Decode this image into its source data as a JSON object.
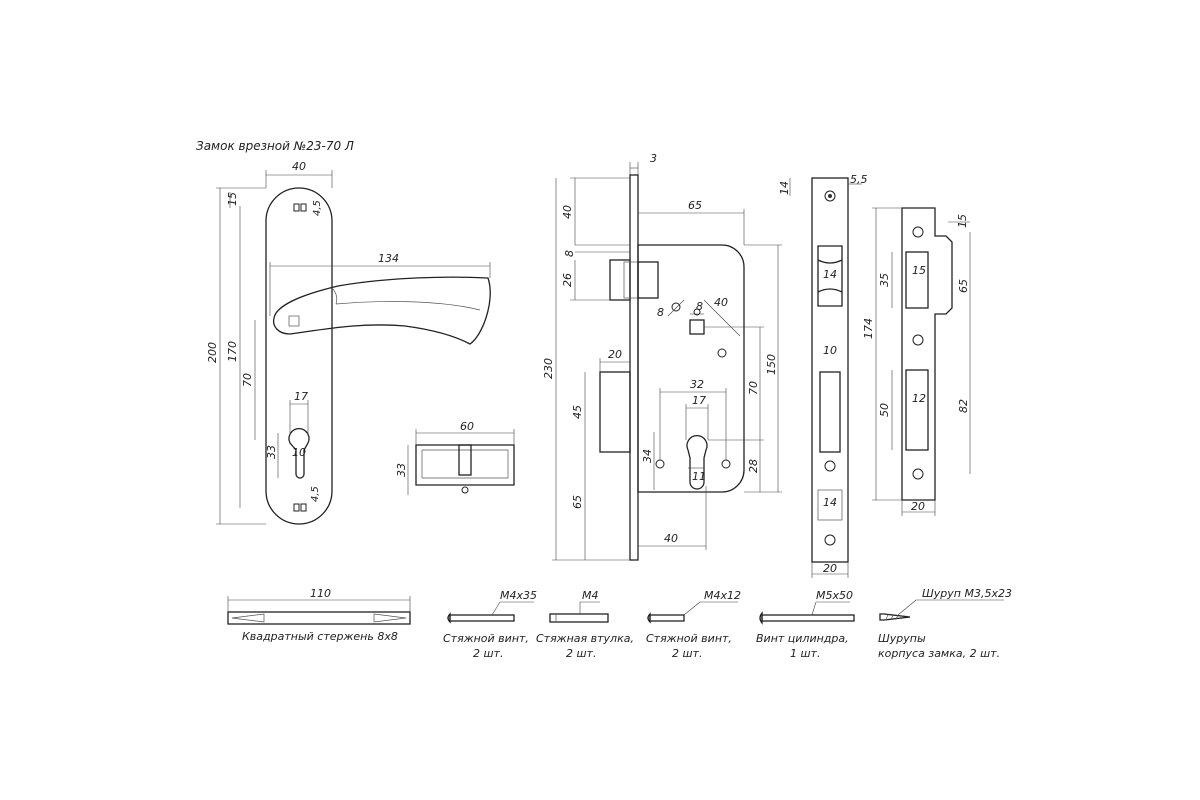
{
  "title": "Замок врезной №23-70 Л",
  "handle_plate": {
    "dims": [
      "40",
      "15",
      "4,5",
      "134",
      "200",
      "170",
      "70",
      "17",
      "33",
      "10",
      "4,5"
    ]
  },
  "cylinder": {
    "dims": [
      "60",
      "33"
    ]
  },
  "lock_body": {
    "dims": [
      "3",
      "40",
      "65",
      "8",
      "26",
      "8",
      "8",
      "40",
      "230",
      "20",
      "150",
      "45",
      "32",
      "17",
      "70",
      "34",
      "11",
      "28",
      "65",
      "40"
    ]
  },
  "faceplate": {
    "dims": [
      "14",
      "5,5",
      "14",
      "10",
      "14",
      "20"
    ]
  },
  "strike_plate": {
    "dims": [
      "15",
      "35",
      "15",
      "65",
      "174",
      "50",
      "12",
      "82",
      "20"
    ]
  },
  "accessories": {
    "spindle": {
      "dim": "110",
      "label": "Квадратный стержень 8х8"
    },
    "items": [
      {
        "spec": "М4х35",
        "line1": "Стяжной винт,",
        "line2": "2 шт."
      },
      {
        "spec": "М4",
        "line1": "Стяжная втулка,",
        "line2": "2 шт."
      },
      {
        "spec": "М4х12",
        "line1": "Стяжной винт,",
        "line2": "2 шт."
      },
      {
        "spec": "М5х50",
        "line1": "Винт цилиндра,",
        "line2": "1 шт."
      },
      {
        "spec": "Шуруп М3,5х23",
        "line1": "Шурупы",
        "line2": "корпуса замка, 2 шт."
      }
    ]
  }
}
